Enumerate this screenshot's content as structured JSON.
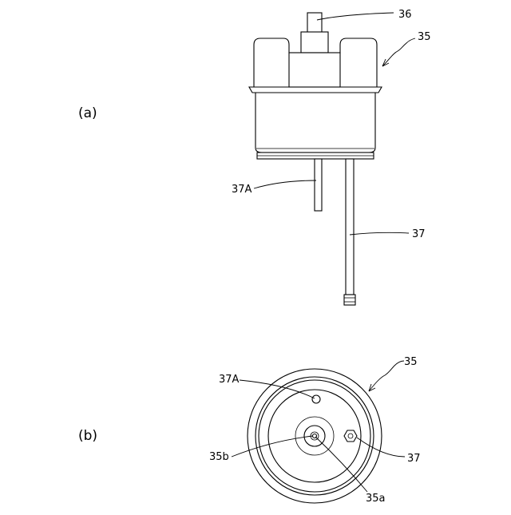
{
  "figure_a": {
    "caption": "(a)",
    "labels": {
      "knob": "36",
      "actuator": "35",
      "rod_short": "37A",
      "rod_long": "37"
    }
  },
  "figure_b": {
    "caption": "(b)",
    "labels": {
      "actuator": "35",
      "rod_short": "37A",
      "rod_long": "37",
      "inner_ring": "35b",
      "center_hole": "35a"
    }
  }
}
